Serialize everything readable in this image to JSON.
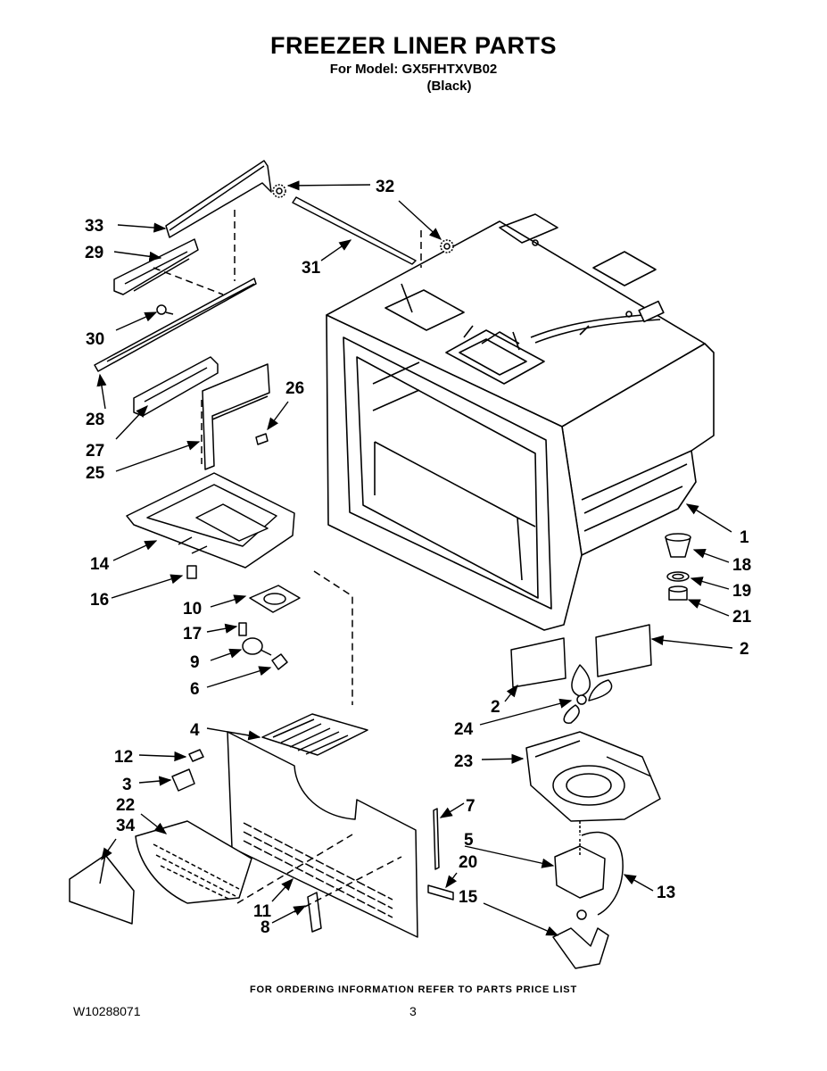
{
  "header": {
    "title": "FREEZER LINER PARTS",
    "model_line": "For Model: GX5FHTXVB02",
    "color_line": "(Black)"
  },
  "footer": {
    "ordering_note": "FOR ORDERING INFORMATION REFER TO PARTS PRICE LIST",
    "doc_number": "W10288071",
    "page_number": "3"
  },
  "callouts": [
    "33",
    "32",
    "29",
    "31",
    "30",
    "26",
    "28",
    "27",
    "25",
    "14",
    "16",
    "10",
    "17",
    "9",
    "6",
    "4",
    "12",
    "3",
    "22",
    "34",
    "11",
    "8",
    "1",
    "18",
    "19",
    "21",
    "2",
    "2",
    "24",
    "23",
    "7",
    "5",
    "20",
    "15",
    "13"
  ]
}
